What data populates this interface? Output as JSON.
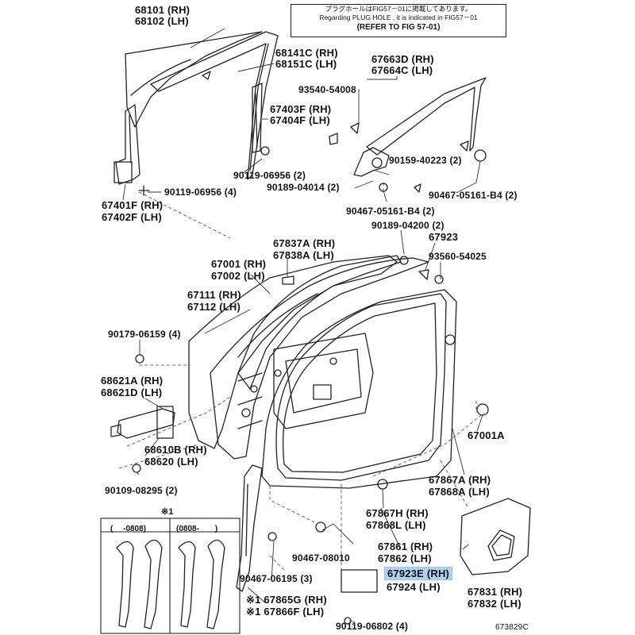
{
  "note": {
    "line1": "プラグホールはFIG57－01に掲載してあります。",
    "line2": "Regarding PLUG HOLE , it is indicated in FIG57－01",
    "line3": "(REFER TO FIG 57-01)"
  },
  "inset": {
    "marker": "※1",
    "col1": "(　 -0808)",
    "col2": "(0808-　　)"
  },
  "figure_id": "673829C",
  "labels": {
    "p68101": "68101 (RH)",
    "p68102": "68102 (LH)",
    "p68141c": "68141C (RH)",
    "p68151c": "68151C (LH)",
    "p67663d": "67663D (RH)",
    "p67664c": "67664C (LH)",
    "p93540": "93540-54008",
    "p67403f": "67403F (RH)",
    "p67404f": "67404F (LH)",
    "p90119a": "90119-06956 (2)",
    "p90159": "90159-40223 (2)",
    "p90189a": "90189-04014 (2)",
    "p90467a": "90467-05161-B4 (2)",
    "p90119b": "90119-06956 (4)",
    "p67401f": "67401F (RH)",
    "p67402f": "67402F (LH)",
    "p90467b": "90467-05161-B4 (2)",
    "p90189b": "90189-04200 (2)",
    "p67923": "67923",
    "p93560": "93560-54025",
    "p67837a": "67837A (RH)",
    "p67838a": "67838A (LH)",
    "p67001": "67001 (RH)",
    "p67002": "67002 (LH)",
    "p67111": "67111 (RH)",
    "p67112": "67112 (LH)",
    "p90179": "90179-06159 (4)",
    "p68621a": "68621A (RH)",
    "p68621d": "68621D (LH)",
    "p68610b": "68610B (RH)",
    "p68620": "68620 (LH)",
    "p90109": "90109-08295 (2)",
    "p67001a": "67001A",
    "p67867a": "67867A (RH)",
    "p67868a": "67868A (LH)",
    "p67867h": "67867H (RH)",
    "p67868l": "67868L (LH)",
    "p90467c": "90467-08010",
    "p67861": "67861 (RH)",
    "p67862": "67862 (LH)",
    "p90467d": "90467-06195 (3)",
    "p67923e": "67923E (RH)",
    "p67924": "67924 (LH)",
    "p67831": "67831 (RH)",
    "p67832": "67832 (LH)",
    "p67865g": "※1 67865G (RH)",
    "p67866f": "※1 67866F (LH)",
    "p90119c": "90119-06802 (4)"
  }
}
